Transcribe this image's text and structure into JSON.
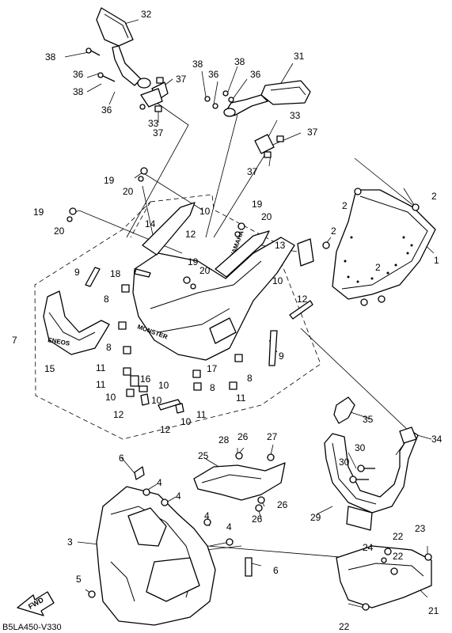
{
  "diagram": {
    "drawing_code": "B5LA450-V330",
    "fwd_label": "FWD",
    "decals": {
      "monster": "MONSTER",
      "eneos": "ENEOS",
      "yamaha": "YAMAHA"
    },
    "callouts": [
      {
        "id": "c32",
        "label": "32"
      },
      {
        "id": "c38a",
        "label": "38"
      },
      {
        "id": "c36a",
        "label": "36"
      },
      {
        "id": "c38b",
        "label": "38"
      },
      {
        "id": "c36b",
        "label": "36"
      },
      {
        "id": "c37a",
        "label": "37"
      },
      {
        "id": "c33a",
        "label": "33"
      },
      {
        "id": "c37b",
        "label": "37"
      },
      {
        "id": "c38c",
        "label": "38"
      },
      {
        "id": "c38d",
        "label": "38"
      },
      {
        "id": "c36c",
        "label": "36"
      },
      {
        "id": "c36d",
        "label": "36"
      },
      {
        "id": "c31",
        "label": "31"
      },
      {
        "id": "c33b",
        "label": "33"
      },
      {
        "id": "c37c",
        "label": "37"
      },
      {
        "id": "c37d",
        "label": "37"
      },
      {
        "id": "c19a",
        "label": "19"
      },
      {
        "id": "c20a",
        "label": "20"
      },
      {
        "id": "c2a",
        "label": "2"
      },
      {
        "id": "c2b",
        "label": "2"
      },
      {
        "id": "c10a",
        "label": "10"
      },
      {
        "id": "c19b",
        "label": "19"
      },
      {
        "id": "c20b",
        "label": "20"
      },
      {
        "id": "c19c",
        "label": "19"
      },
      {
        "id": "c20c",
        "label": "20"
      },
      {
        "id": "c14",
        "label": "14"
      },
      {
        "id": "c12a",
        "label": "12"
      },
      {
        "id": "c2c",
        "label": "2"
      },
      {
        "id": "c13",
        "label": "13"
      },
      {
        "id": "c1",
        "label": "1"
      },
      {
        "id": "c9a",
        "label": "9"
      },
      {
        "id": "c18",
        "label": "18"
      },
      {
        "id": "c19d",
        "label": "19"
      },
      {
        "id": "c20d",
        "label": "20"
      },
      {
        "id": "c10b",
        "label": "10"
      },
      {
        "id": "c2d",
        "label": "2"
      },
      {
        "id": "c8a",
        "label": "8"
      },
      {
        "id": "c12b",
        "label": "12"
      },
      {
        "id": "c7",
        "label": "7"
      },
      {
        "id": "c8b",
        "label": "8"
      },
      {
        "id": "c9b",
        "label": "9"
      },
      {
        "id": "c15",
        "label": "15"
      },
      {
        "id": "c11a",
        "label": "11"
      },
      {
        "id": "c17",
        "label": "17"
      },
      {
        "id": "c8c",
        "label": "8"
      },
      {
        "id": "c11b",
        "label": "11"
      },
      {
        "id": "c16",
        "label": "16"
      },
      {
        "id": "c10c",
        "label": "10"
      },
      {
        "id": "c8d",
        "label": "8"
      },
      {
        "id": "c11c",
        "label": "11"
      },
      {
        "id": "c10d",
        "label": "10"
      },
      {
        "id": "c12c",
        "label": "12"
      },
      {
        "id": "c11d",
        "label": "11"
      },
      {
        "id": "c10e",
        "label": "10"
      },
      {
        "id": "c12d",
        "label": "12"
      },
      {
        "id": "c10f",
        "label": "10"
      },
      {
        "id": "c35",
        "label": "35"
      },
      {
        "id": "c34",
        "label": "34"
      },
      {
        "id": "c28",
        "label": "28"
      },
      {
        "id": "c26a",
        "label": "26"
      },
      {
        "id": "c27",
        "label": "27"
      },
      {
        "id": "c30a",
        "label": "30"
      },
      {
        "id": "c30b",
        "label": "30"
      },
      {
        "id": "c6a",
        "label": "6"
      },
      {
        "id": "c25",
        "label": "25"
      },
      {
        "id": "c4a",
        "label": "4"
      },
      {
        "id": "c4b",
        "label": "4"
      },
      {
        "id": "c26b",
        "label": "26"
      },
      {
        "id": "c29",
        "label": "29"
      },
      {
        "id": "c26c",
        "label": "26"
      },
      {
        "id": "c4c",
        "label": "4"
      },
      {
        "id": "c4d",
        "label": "4"
      },
      {
        "id": "c3",
        "label": "3"
      },
      {
        "id": "c23",
        "label": "23"
      },
      {
        "id": "c22a",
        "label": "22"
      },
      {
        "id": "c24",
        "label": "24"
      },
      {
        "id": "c22b",
        "label": "22"
      },
      {
        "id": "c6b",
        "label": "6"
      },
      {
        "id": "c5",
        "label": "5"
      },
      {
        "id": "c21",
        "label": "21"
      },
      {
        "id": "c22c",
        "label": "22"
      }
    ]
  }
}
